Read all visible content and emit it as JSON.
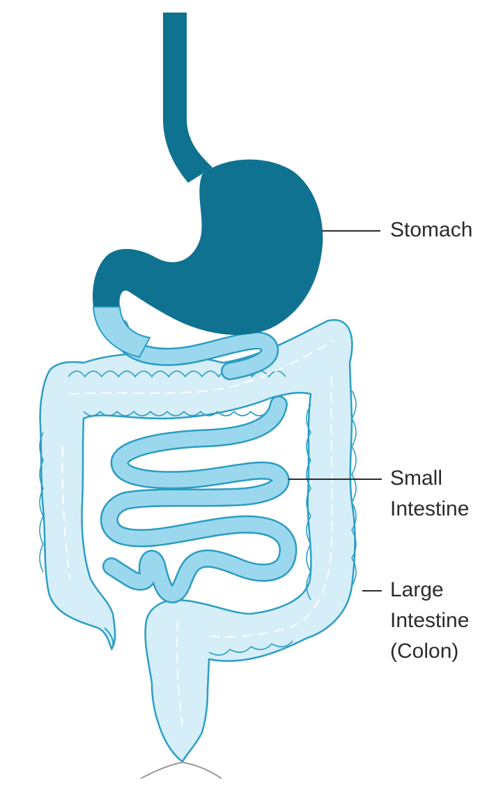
{
  "labels": {
    "stomach": "Stomach",
    "small_intestine_line1": "Small",
    "small_intestine_line2": "Intestine",
    "large_intestine_line1": "Large",
    "large_intestine_line2": "Intestine",
    "large_intestine_line3": "(Colon)"
  },
  "colors": {
    "stomach_fill": "#0f7290",
    "small_intestine_fill": "#9bd8ee",
    "small_intestine_stroke": "#2a9cc2",
    "large_intestine_fill": "#d6eef8",
    "large_intestine_stroke": "#2b9ec4",
    "text": "#2b2b2b"
  }
}
